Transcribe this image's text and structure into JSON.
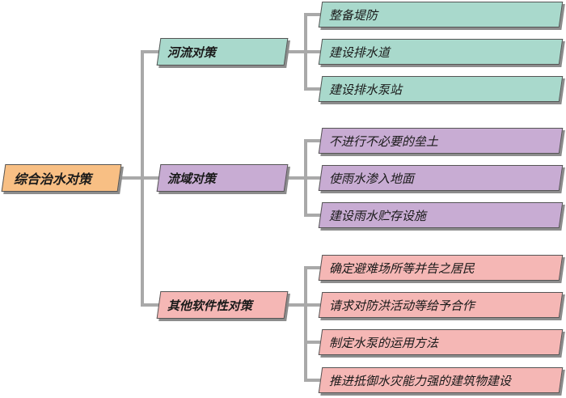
{
  "diagram": {
    "root": {
      "label": "综合治水对策",
      "color": "#f8bf84"
    },
    "branches": [
      {
        "label": "河流对策",
        "color": "#a9d9cc",
        "leaves": [
          "整备堤防",
          "建设排水道",
          "建设排水泵站"
        ]
      },
      {
        "label": "流域对策",
        "color": "#c8acd3",
        "leaves": [
          "不进行不必要的垒土",
          "使雨水渗入地面",
          "建设雨水贮存设施"
        ]
      },
      {
        "label": "其他软件性对策",
        "color": "#f5b7b5",
        "leaves": [
          "确定避难场所等并告之居民",
          "请求对防洪活动等给予合作",
          "制定水泵的运用方法",
          "推进抵御水灾能力强的建筑物建设"
        ]
      }
    ],
    "connector_color": "#a9a9a9"
  }
}
